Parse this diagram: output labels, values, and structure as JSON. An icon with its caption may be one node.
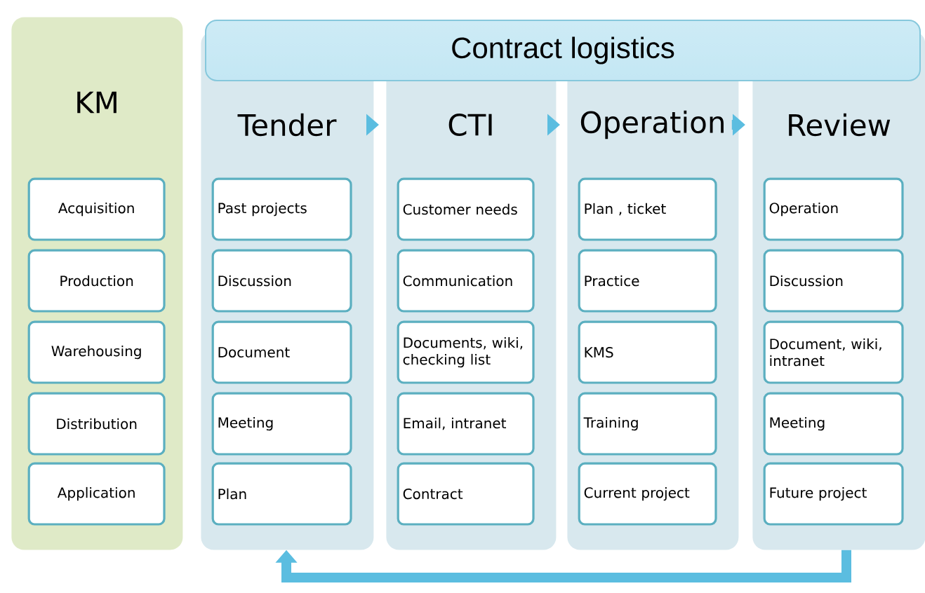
{
  "diagram": {
    "nodes": [
      {
        "text": [
          "KM"
        ]
      },
      {
        "text": [
          "Acquisition"
        ],
        "in": 0
      },
      {
        "text": [
          "Production"
        ],
        "in": 0
      },
      {
        "text": [
          "Warehousing"
        ],
        "in": 0
      },
      {
        "text": [
          "Distribution"
        ],
        "in": 0
      },
      {
        "text": [
          "Application"
        ],
        "in": 0
      },
      {
        "text": [
          "Contract logistics"
        ]
      },
      {
        "text": [
          "Tender"
        ]
      },
      {
        "text": [
          "Past projects"
        ],
        "in": 7
      },
      {
        "text": [
          "Discussion"
        ],
        "in": 7
      },
      {
        "text": [
          "Document"
        ],
        "in": 7
      },
      {
        "text": [
          "Meeting"
        ],
        "in": 7
      },
      {
        "text": [
          "Plan"
        ],
        "in": 7
      },
      {
        "text": [
          "CTI"
        ]
      },
      {
        "text": [
          "Customer needs"
        ],
        "in": 13
      },
      {
        "text": [
          "Communication"
        ],
        "in": 13
      },
      {
        "text": [
          "Documents, wiki, checking list"
        ],
        "in": 13
      },
      {
        "text": [
          "Email, intranet"
        ],
        "in": 13
      },
      {
        "text": [
          "Contract"
        ],
        "in": 13
      },
      {
        "text": [
          "Operation"
        ]
      },
      {
        "text": [
          "Plan , ticket"
        ],
        "in": 19
      },
      {
        "text": [
          "Practice"
        ],
        "in": 19
      },
      {
        "text": [
          "KMS"
        ],
        "in": 19
      },
      {
        "text": [
          "Training"
        ],
        "in": 19
      },
      {
        "text": [
          "Current project"
        ],
        "in": 19
      },
      {
        "text": [
          "Review"
        ]
      },
      {
        "text": [
          "Operation"
        ],
        "in": 25
      },
      {
        "text": [
          "Discussion"
        ],
        "in": 25
      },
      {
        "text": [
          "Document, wiki, intranet"
        ],
        "in": 25
      },
      {
        "text": [
          "Meeting"
        ],
        "in": 25
      },
      {
        "text": [
          "Future project"
        ],
        "in": 25
      }
    ],
    "edges": [
      {
        "from": 7,
        "to": 13,
        "arrow": "to"
      },
      {
        "from": 13,
        "to": 19,
        "arrow": "to"
      },
      {
        "from": 19,
        "to": 25,
        "arrow": "to"
      },
      {
        "from": 25,
        "to": 7,
        "arrow": "to"
      }
    ]
  }
}
